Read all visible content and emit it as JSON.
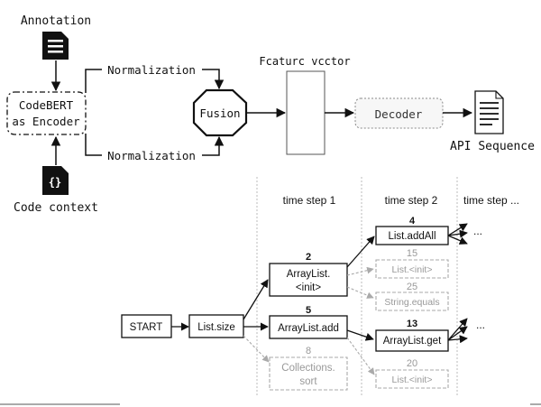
{
  "top": {
    "annotation": "Annotation",
    "encoder_line1": "CodeBERT",
    "encoder_line2": "as Encoder",
    "code_context": "Code context",
    "norm_top": "Normalization",
    "norm_bottom": "Normalization",
    "fusion": "Fusion",
    "feature_vector": "Fcaturc vcctor",
    "decoder": "Decoder",
    "api_sequence": "API Sequence",
    "code_icon_text": "{}"
  },
  "bottom": {
    "time_step_1": "time step 1",
    "time_step_2": "time step 2",
    "time_step_3": "time step ...",
    "start": "START",
    "list_size": "List.size",
    "arraylist_init_line1": "ArrayList.",
    "arraylist_init_line2": "<init>",
    "arraylist_init_num": "2",
    "arraylist_add": "ArrayList.add",
    "arraylist_add_num": "5",
    "collections_sort_line1": "Collections.",
    "collections_sort_line2": "sort",
    "collections_sort_num": "8",
    "list_addall": "List.addAll",
    "list_addall_num": "4",
    "list_init_a": "List.<init>",
    "list_init_a_num": "15",
    "string_equals": "String.equals",
    "string_equals_num": "25",
    "arraylist_get": "ArrayList.get",
    "arraylist_get_num": "13",
    "list_init_b": "List.<init>",
    "list_init_b_num": "20",
    "ellipsis_top": "...",
    "ellipsis_mid": "..."
  }
}
